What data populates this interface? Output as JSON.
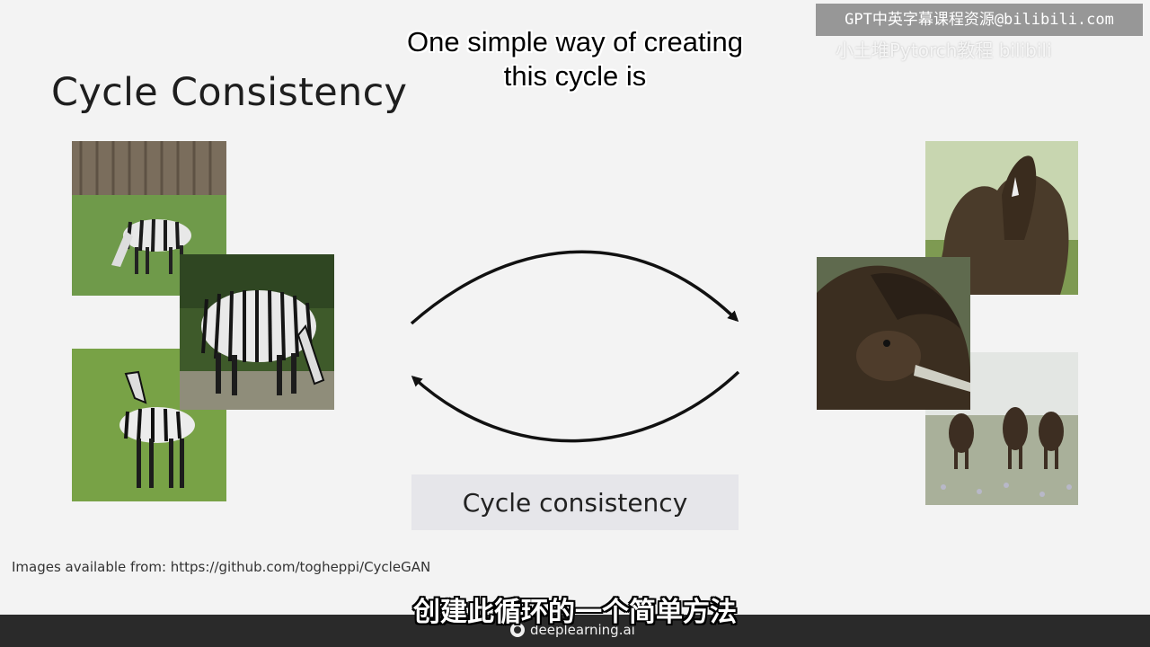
{
  "slide": {
    "title": "Cycle Consistency",
    "label": "Cycle consistency",
    "credit": "Images available from: https://github.com/togheppi/CycleGAN"
  },
  "subtitles": {
    "english": "One simple way of creating this cycle is",
    "chinese": "创建此循环的一个简单方法"
  },
  "watermark": {
    "text": "GPT中英字幕课程资源@bilibili.com",
    "ghost_text": "小土堆Pytorch教程 bilibili"
  },
  "footer": {
    "brand": "deeplearning.ai"
  },
  "images": {
    "zebras": [
      "zebra-grazing-photo",
      "zebra-standing-photo",
      "zebra-side-photo"
    ],
    "horses": [
      "horses-herd-photo",
      "horse-head-photo",
      "horses-running-photo"
    ]
  },
  "colors": {
    "background": "#f3f3f3",
    "label_box": "#e6e6ea",
    "bottom_bar": "#2a2a2a"
  }
}
